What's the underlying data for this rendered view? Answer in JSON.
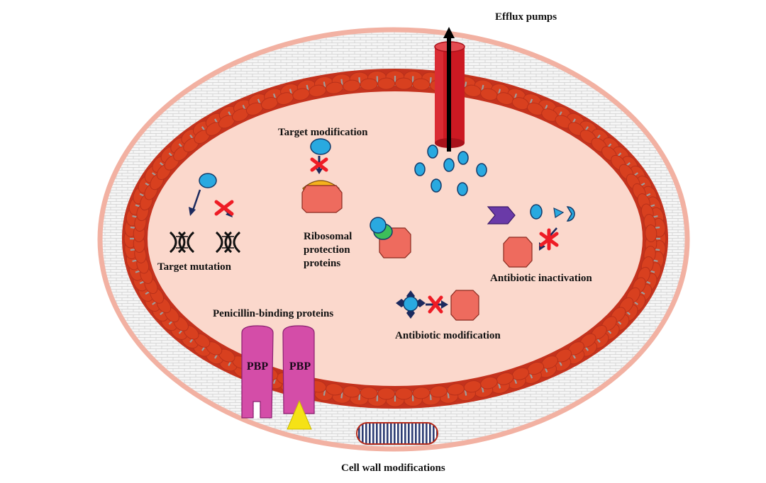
{
  "labels": {
    "efflux_pumps": "Efflux pumps",
    "target_modification": "Target modification",
    "ribosomal_protection": "Ribosomal protection proteins",
    "target_mutation": "Target mutation",
    "antibiotic_inactivation": "Antibiotic inactivation",
    "penicillin_binding": "Penicillin-binding proteins",
    "antibiotic_modification": "Antibiotic modification",
    "cell_wall_modifications": "Cell wall modifications",
    "pbp_left": "PBP",
    "pbp_right": "PBP"
  },
  "colors": {
    "cell_wall_outline": "#f2b1a2",
    "cell_wall_fill": "#f3f3f3",
    "membrane_bead": "#d8401f",
    "membrane_bead_dark": "#b8301a",
    "membrane_band": "#c4321d",
    "membrane_tail": "#9e9e9e",
    "cytoplasm": "#fbd8cc",
    "antibiotic": "#29a9e0",
    "antibiotic_outline": "#123b6a",
    "target": "#ee6b5e",
    "pbp": "#d44da8",
    "efflux_pump": "#cc1922",
    "cross_mark": "#ee1c25",
    "arrow": "#1b2a5e",
    "enzyme": "#6a3aa8",
    "ribosomal_protein": "#3dbf5a",
    "target_mod_cap": "#f4b21d"
  }
}
